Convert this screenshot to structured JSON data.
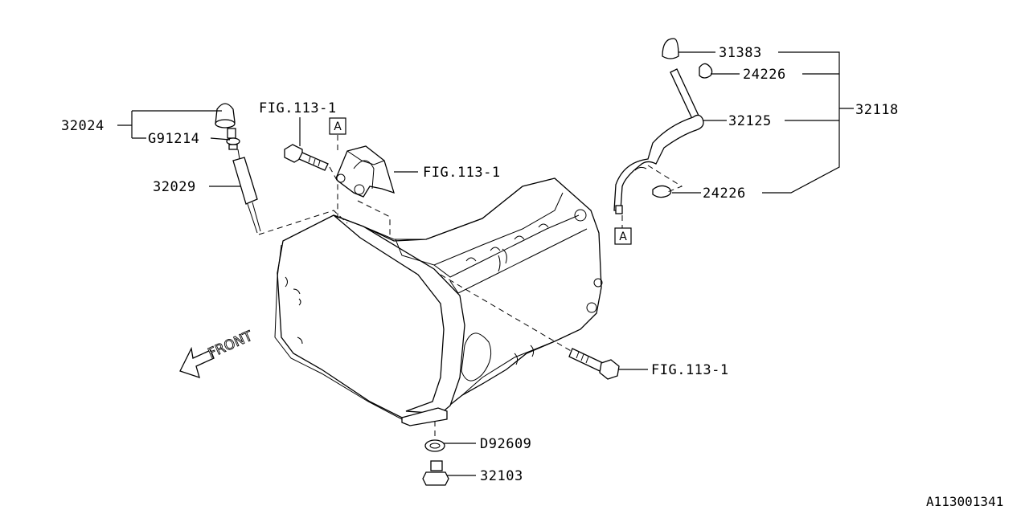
{
  "callouts": {
    "dipstick_assembly": "32024",
    "o_ring": "G91214",
    "dipstick_tube": "32029",
    "bolt_bracket_top": "FIG.113-1",
    "bracket": "FIG.113-1",
    "bolt_right": "FIG.113-1",
    "gasket": "D92609",
    "drain_plug": "32103",
    "breather_cap": "31383",
    "clip_upper": "24226",
    "breather_pipe": "32125",
    "breather_assembly": "32118",
    "clip_lower": "24226"
  },
  "ref_markers": {
    "top": "A",
    "right": "A"
  },
  "front_label": "FRONT",
  "diagram_code": "A113001341"
}
